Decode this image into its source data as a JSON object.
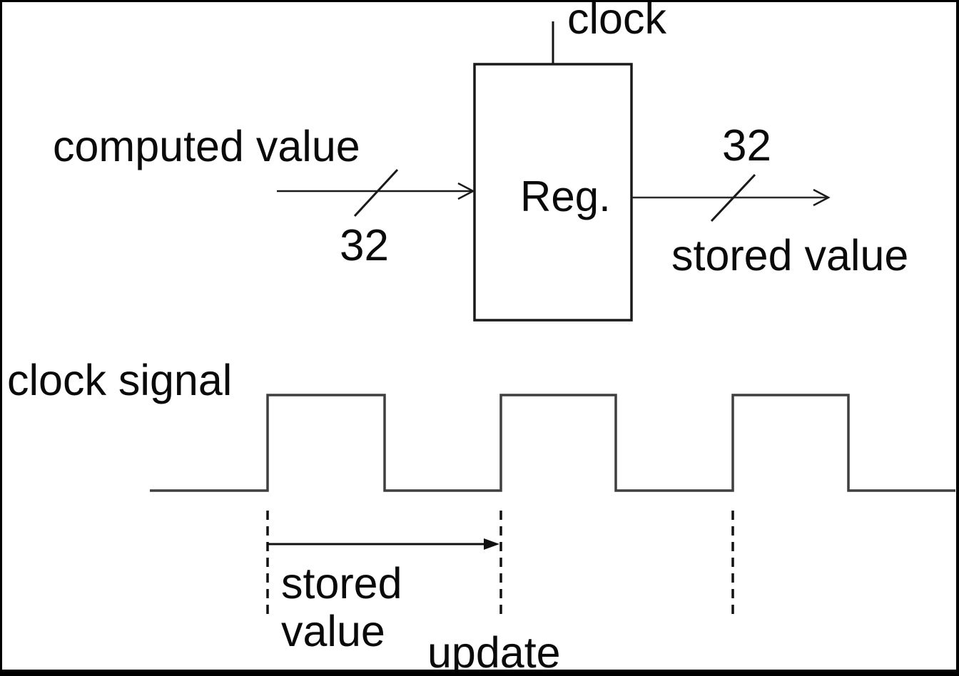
{
  "register": {
    "label": "Reg.",
    "clock_label": "clock"
  },
  "input_bus": {
    "label": "computed value",
    "width_label": "32"
  },
  "output_bus": {
    "label": "stored value",
    "width_label": "32"
  },
  "clock_waveform": {
    "label": "clock signal"
  },
  "timing_annotation": {
    "stored_line1": "stored",
    "stored_line2": "value",
    "update_label": "update"
  },
  "colors": {
    "ink": "#141414",
    "waveform_line": "#3f3f3f",
    "border": "#000000"
  }
}
